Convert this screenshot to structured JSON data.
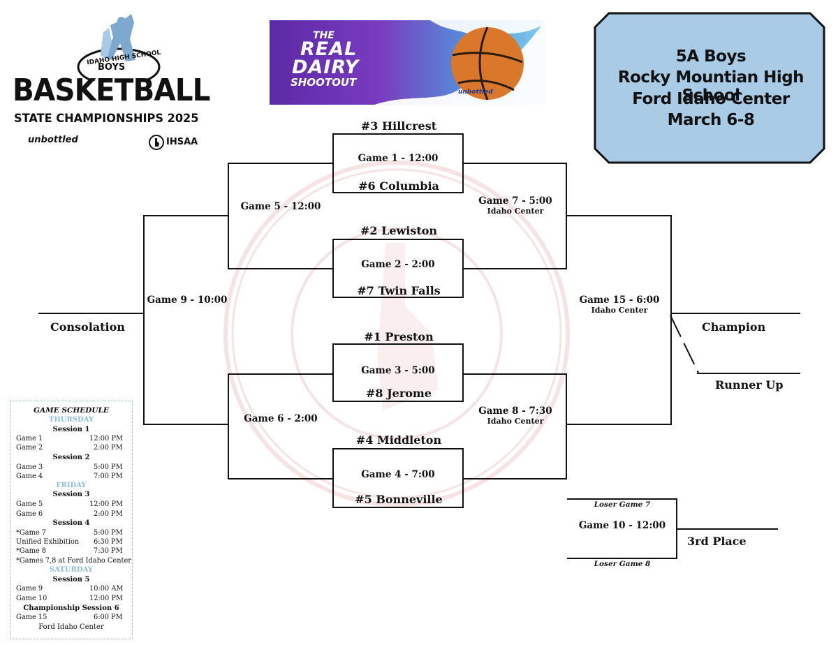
{
  "logo": {
    "school_line": "IDAHO HIGH SCHOOL",
    "boys": "BOYS",
    "title": "BASKETBALL",
    "subtitle": "STATE CHAMPIONSHIPS 2025",
    "sponsor_mark": "unbottled",
    "ihsaa": "IHSAA"
  },
  "sponsor": {
    "line1": "THE",
    "line2": "REAL",
    "line3": "DAIRY",
    "line4": "SHOOTOUT",
    "mark": "unbottled"
  },
  "info": {
    "line1": "5A Boys",
    "line2": "Rocky Mountian High School",
    "line3": "Ford Idaho Center",
    "line4": "March 6-8"
  },
  "bracket": {
    "teams": {
      "hillcrest": "#3 Hillcrest",
      "columbia": "#6 Columbia",
      "lewiston": "#2 Lewiston",
      "twin_falls": "#7 Twin Falls",
      "preston": "#1 Preston",
      "jerome": "#8 Jerome",
      "middleton": "#4 Middleton",
      "bonneville": "#5 Bonneville"
    },
    "games": {
      "g1": "Game 1 - 12:00",
      "g2": "Game 2 - 2:00",
      "g3": "Game 3 - 5:00",
      "g4": "Game 4 - 7:00",
      "g5": "Game 5 - 12:00",
      "g6": "Game 6 - 2:00",
      "g7": "Game 7 - 5:00",
      "g7_venue": "Idaho Center",
      "g8": "Game 8 - 7:30",
      "g8_venue": "Idaho Center",
      "g9": "Game 9 - 10:00",
      "g15": "Game 15 - 6:00",
      "g15_venue": "Idaho Center",
      "g10": "Game 10 - 12:00"
    },
    "places": {
      "consolation": "Consolation",
      "champion": "Champion",
      "runner_up": "Runner Up",
      "third": "3rd Place"
    },
    "losers": {
      "g7": "Loser Game 7",
      "g8": "Loser Game 8"
    }
  },
  "schedule": {
    "title": "GAME SCHEDULE",
    "thursday": "THURSDAY",
    "session1": "Session 1",
    "game1": "Game 1",
    "game1_time": "12:00 PM",
    "game2": "Game 2",
    "game2_time": "2:00",
    "game2_pm": "PM",
    "session2": "Session 2",
    "game3": "Game 3",
    "game3_time": "5:00",
    "game3_pm": "PM",
    "game4": "Game 4",
    "game4_time": "7:00",
    "game4_pm": "PM",
    "friday": "FRIDAY",
    "session3": "Session 3",
    "game5": "Game 5",
    "game5_time": "12:00 PM",
    "game6": "Game 6",
    "game6_time": "2:00",
    "game6_pm": "PM",
    "session4": "Session 4",
    "game7": "*Game 7",
    "game7_time": "5:00",
    "game7_pm": "PM",
    "unified": "Unified Exhibition",
    "unified_time": "6:30",
    "unified_pm": "PM",
    "game8": "*Game 8",
    "game8_time": "7:30",
    "game8_pm": "PM",
    "note": "*Games 7,8 at Ford Idaho Center",
    "saturday": "SATURDAY",
    "session5": "Session 5",
    "game9": "Game 9",
    "game9_time": "10:00 AM",
    "game10": "Game 10",
    "game10_time": "12:00 PM",
    "session6": "Championship Session 6",
    "game15": "Game 15",
    "game15_time": "6:00",
    "game15_pm": "PM",
    "venue": "Ford Idaho Center"
  }
}
